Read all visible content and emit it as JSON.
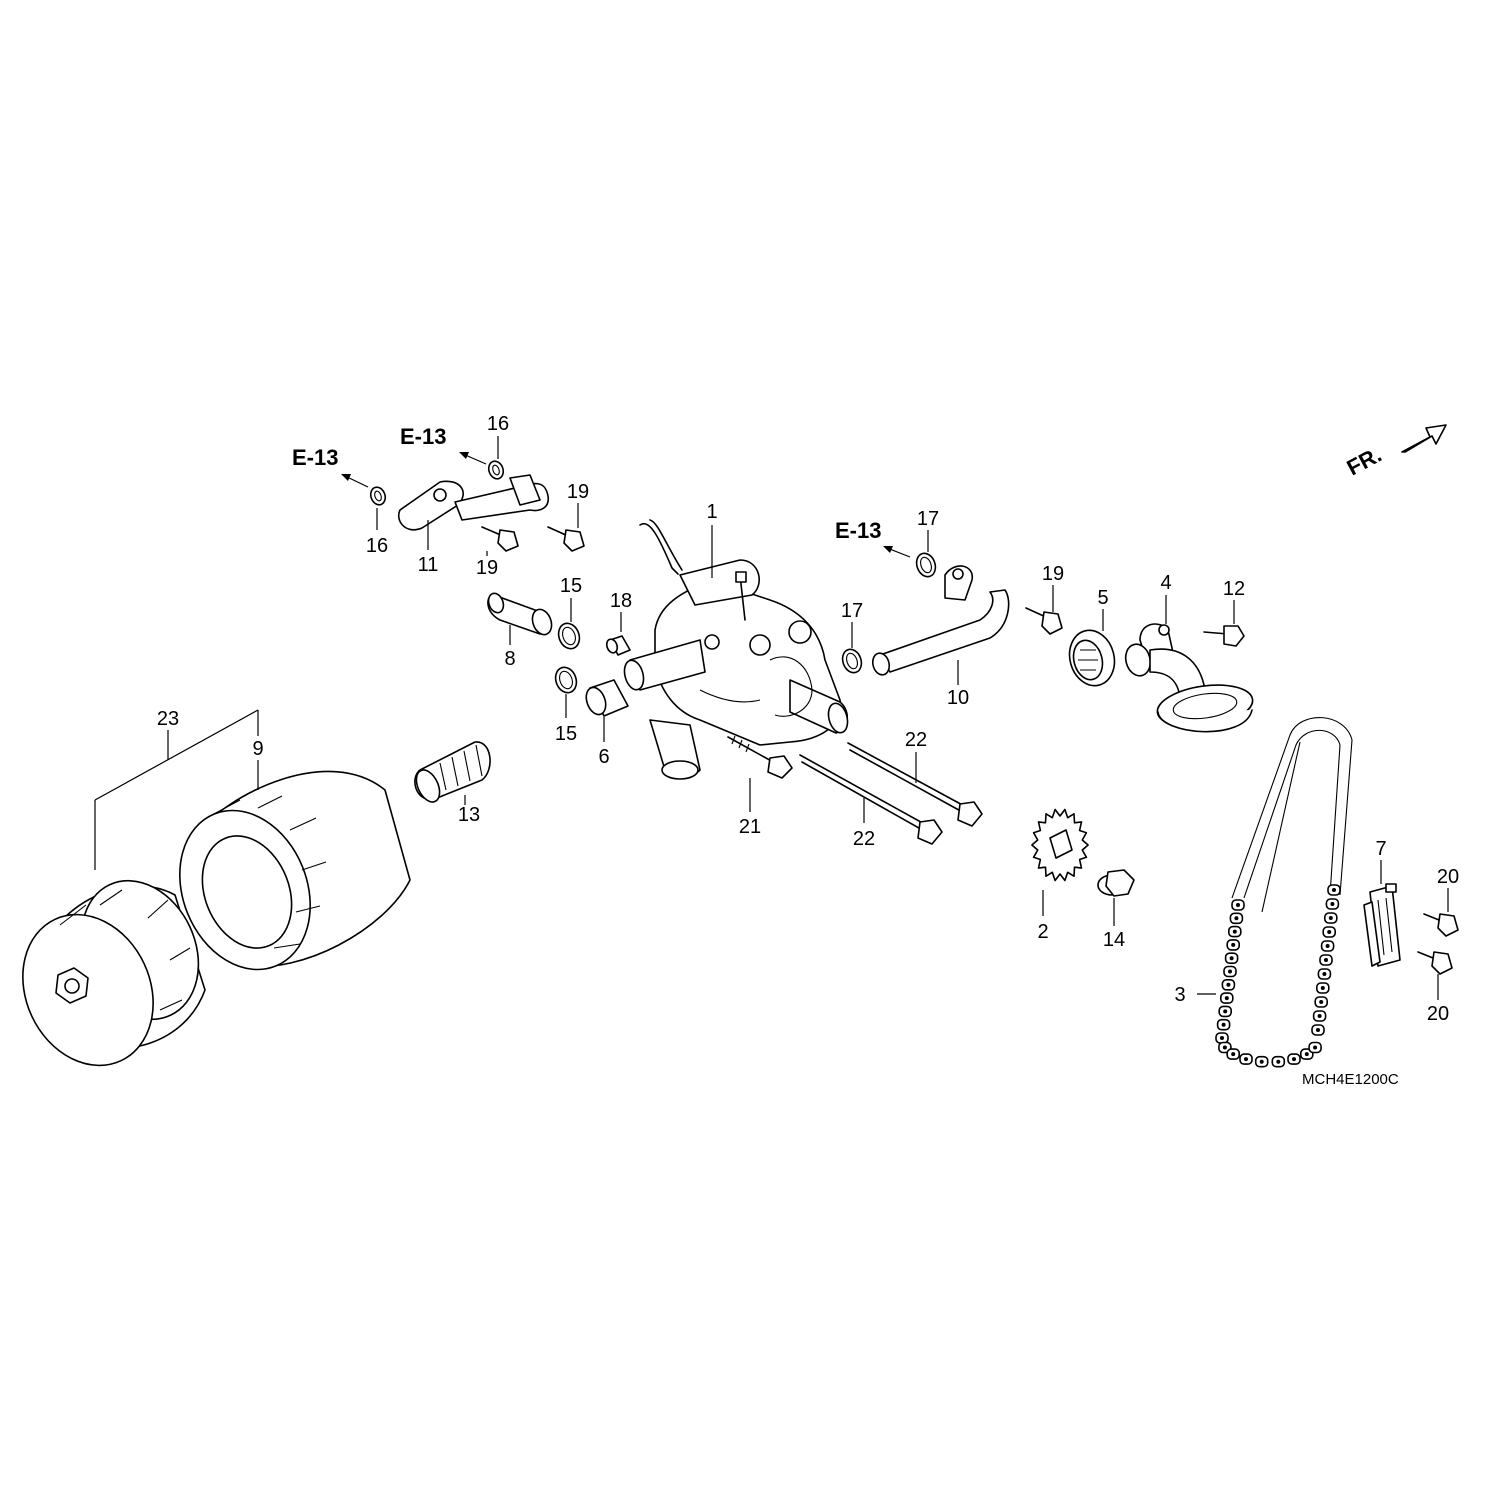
{
  "diagram": {
    "code": "MCH4E1200C",
    "front_label": "FR.",
    "refs": [
      {
        "id": "r1",
        "text": "E-13"
      },
      {
        "id": "r2",
        "text": "E-13"
      },
      {
        "id": "r3",
        "text": "E-13"
      }
    ],
    "callouts": {
      "c1": "1",
      "c2": "2",
      "c3": "3",
      "c4": "4",
      "c5": "5",
      "c6": "6",
      "c7": "7",
      "c8": "8",
      "c9": "9",
      "c10": "10",
      "c11": "11",
      "c12": "12",
      "c13": "13",
      "c14": "14",
      "c15a": "15",
      "c15b": "15",
      "c16a": "16",
      "c16b": "16",
      "c17a": "17",
      "c17b": "17",
      "c18": "18",
      "c19a": "19",
      "c19b": "19",
      "c19c": "19",
      "c20a": "20",
      "c20b": "20",
      "c21": "21",
      "c22a": "22",
      "c22b": "22",
      "c23": "23"
    }
  }
}
